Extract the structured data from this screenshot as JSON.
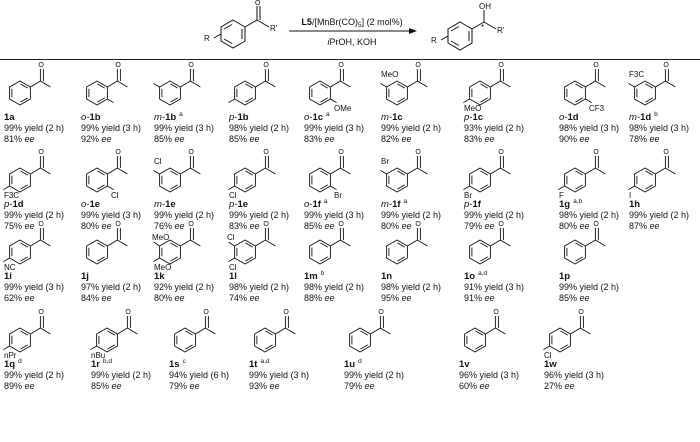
{
  "scheme": {
    "reactant_labels": [
      "R",
      "R'"
    ],
    "catalyst": "L5/[MnBr(CO)5] (2 mol%)",
    "catalyst_ligand": "L5",
    "catalyst_metal": "/[MnBr(CO)",
    "catalyst_sub": "5",
    "catalyst_tail": "] (2 mol%)",
    "conditions": "iPrOH, KOH",
    "conditions_italic": "i",
    "conditions_rest": "PrOH, KOH",
    "product_oh": "OH",
    "product_star": "*"
  },
  "ee_label": "ee",
  "entries": [
    {
      "pre": "",
      "id": "1a",
      "sup": "",
      "yield": "99% yield (2 h)",
      "ee": "81%",
      "sub": ""
    },
    {
      "pre": "o-",
      "id": "1b",
      "sup": "",
      "yield": "99% yield (3 h)",
      "ee": "92%",
      "sub": ""
    },
    {
      "pre": "m-",
      "id": "1b",
      "sup": "a",
      "yield": "99% yield (3 h)",
      "ee": "85%",
      "sub": ""
    },
    {
      "pre": "p-",
      "id": "1b",
      "sup": "",
      "yield": "98% yield (2 h)",
      "ee": "85%",
      "sub": ""
    },
    {
      "pre": "o-",
      "id": "1c",
      "sup": "a",
      "yield": "99% yield (3 h)",
      "ee": "83%",
      "sub": "OMe"
    },
    {
      "pre": "m-",
      "id": "1c",
      "sup": "",
      "yield": "99% yield (2 h)",
      "ee": "82%",
      "sub": "MeO"
    },
    {
      "pre": "p-",
      "id": "1c",
      "sup": "",
      "yield": "93% yield (2 h)",
      "ee": "83%",
      "sub": "MeO"
    },
    {
      "pre": "o-",
      "id": "1d",
      "sup": "",
      "yield": "98% yield (3 h)",
      "ee": "90%",
      "sub": "CF3"
    },
    {
      "pre": "m-",
      "id": "1d",
      "sup": "b",
      "yield": "98% yield (3 h)",
      "ee": "78%",
      "sub": "F3C"
    },
    {
      "pre": "p-",
      "id": "1d",
      "sup": "",
      "yield": "99% yield (2 h)",
      "ee": "75%",
      "sub": "F3C"
    },
    {
      "pre": "o-",
      "id": "1e",
      "sup": "",
      "yield": "99% yield (3 h)",
      "ee": "80%",
      "sub": "Cl"
    },
    {
      "pre": "m-",
      "id": "1e",
      "sup": "",
      "yield": "99% yield (2 h)",
      "ee": "76%",
      "sub": "Cl"
    },
    {
      "pre": "p-",
      "id": "1e",
      "sup": "",
      "yield": "99% yield (2 h)",
      "ee": "83%",
      "sub": "Cl"
    },
    {
      "pre": "o-",
      "id": "1f",
      "sup": "a",
      "yield": "99% yield (3 h)",
      "ee": "85%",
      "sub": "Br"
    },
    {
      "pre": "m-",
      "id": "1f",
      "sup": "a",
      "yield": "99% yield (2 h)",
      "ee": "80%",
      "sub": "Br"
    },
    {
      "pre": "p-",
      "id": "1f",
      "sup": "",
      "yield": "99% yield (2 h)",
      "ee": "79%",
      "sub": "Br"
    },
    {
      "pre": "",
      "id": "1g",
      "sup": "a,b",
      "yield": "98% yield (2 h)",
      "ee": "80%",
      "sub": "F"
    },
    {
      "pre": "",
      "id": "1h",
      "sup": "",
      "yield": "99% yield (2 h)",
      "ee": "87%",
      "sub": "I"
    },
    {
      "pre": "",
      "id": "1i",
      "sup": "",
      "yield": "99% yield (3 h)",
      "ee": "62%",
      "sub": "NC"
    },
    {
      "pre": "",
      "id": "1j",
      "sup": "",
      "yield": "97% yield (2 h)",
      "ee": "84%",
      "sub": ""
    },
    {
      "pre": "",
      "id": "1k",
      "sup": "",
      "yield": "92% yield (2 h)",
      "ee": "80%",
      "sub": "MeO",
      "sub2": "MeO"
    },
    {
      "pre": "",
      "id": "1l",
      "sup": "",
      "yield": "98% yield (2 h)",
      "ee": "74%",
      "sub": "Cl",
      "sub2": "Cl"
    },
    {
      "pre": "",
      "id": "1m",
      "sup": "b",
      "yield": "98% yield (2 h)",
      "ee": "88%",
      "sub": ""
    },
    {
      "pre": "",
      "id": "1n",
      "sup": "",
      "yield": "98% yield (2 h)",
      "ee": "95%",
      "sub": ""
    },
    {
      "pre": "",
      "id": "1o",
      "sup": "a,d",
      "yield": "91% yield (3 h)",
      "ee": "91%",
      "sub": ""
    },
    {
      "pre": "",
      "id": "1p",
      "sup": "",
      "yield": "99% yield (2 h)",
      "ee": "85%",
      "sub": ""
    },
    {
      "pre": "",
      "id": "1q",
      "sup": "d",
      "yield": "99% yield (2 h)",
      "ee": "89%",
      "sub": "nPr"
    },
    {
      "pre": "",
      "id": "1r",
      "sup": "b,d",
      "yield": "99% yield (2 h)",
      "ee": "85%",
      "sub": "nBu"
    },
    {
      "pre": "",
      "id": "1s",
      "sup": "c",
      "yield": "94% yield (6 h)",
      "ee": "79%",
      "sub": ""
    },
    {
      "pre": "",
      "id": "1t",
      "sup": "a,d",
      "yield": "99% yield (3 h)",
      "ee": "93%",
      "sub": ""
    },
    {
      "pre": "",
      "id": "1u",
      "sup": "d",
      "yield": "99% yield (2 h)",
      "ee": "79%",
      "sub": ""
    },
    {
      "pre": "",
      "id": "1v",
      "sup": "",
      "yield": "96% yield (3 h)",
      "ee": "60%",
      "sub": ""
    },
    {
      "pre": "",
      "id": "1w",
      "sup": "",
      "yield": "96% yield (3 h)",
      "ee": "27%",
      "sub": "Cl"
    }
  ]
}
